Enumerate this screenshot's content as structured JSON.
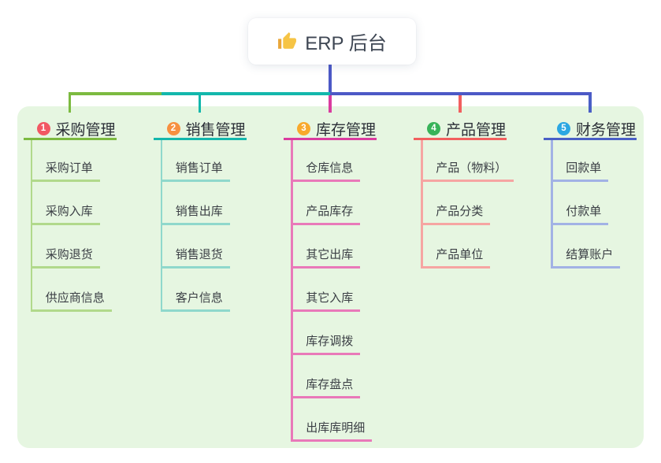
{
  "root": {
    "title": "ERP 后台",
    "icon": "thumbs-up-icon",
    "line_color": "#4c59c6",
    "text_color": "#3e4653"
  },
  "panel_color": "#e6f6e1",
  "branches": [
    {
      "badge": "1",
      "label": "采购管理",
      "badge_color": "#f25863",
      "line_color": "#7cba40",
      "light_line_color": "#b1d98b",
      "children": [
        "采购订单",
        "采购入库",
        "采购退货",
        "供应商信息"
      ]
    },
    {
      "badge": "2",
      "label": "销售管理",
      "badge_color": "#f79040",
      "line_color": "#13b7ac",
      "light_line_color": "#8fd8cc",
      "children": [
        "销售订单",
        "销售出库",
        "销售退货",
        "客户信息"
      ]
    },
    {
      "badge": "3",
      "label": "库存管理",
      "badge_color": "#f8a92c",
      "line_color": "#da3c9f",
      "light_line_color": "#e979b9",
      "children": [
        "仓库信息",
        "产品库存",
        "其它出库",
        "其它入库",
        "库存调拨",
        "库存盘点",
        "出库库明细"
      ]
    },
    {
      "badge": "4",
      "label": "产品管理",
      "badge_color": "#38b359",
      "line_color": "#f25f5f",
      "light_line_color": "#f6a5a2",
      "children": [
        "产品（物料）",
        "产品分类",
        "产品单位"
      ]
    },
    {
      "badge": "5",
      "label": "财务管理",
      "badge_color": "#2ca7e2",
      "line_color": "#4a5fc6",
      "light_line_color": "#a2b2e5",
      "children": [
        "回款单",
        "付款单",
        "结算账户"
      ]
    }
  ]
}
